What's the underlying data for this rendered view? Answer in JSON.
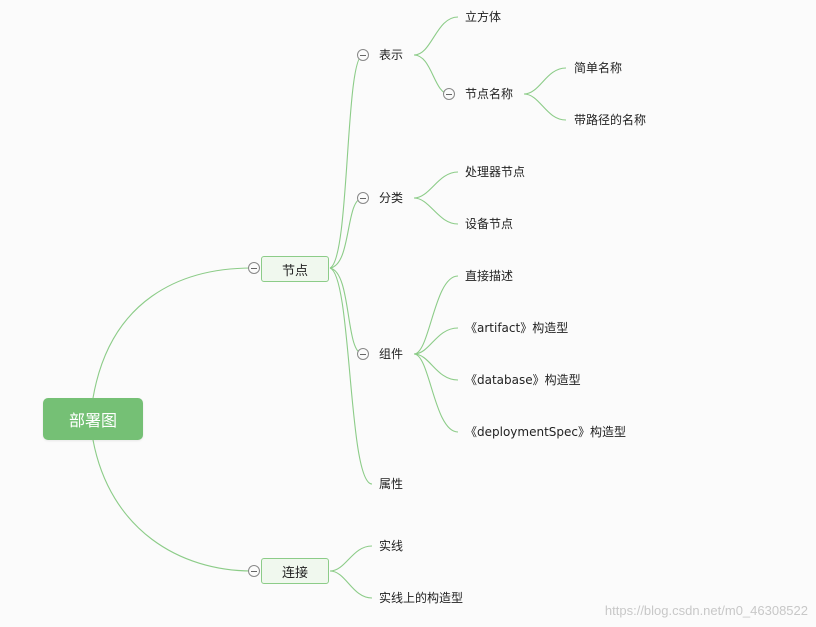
{
  "root": {
    "label": "部署图"
  },
  "branches": [
    {
      "label": "节点",
      "children": [
        {
          "label": "表示",
          "children": [
            "立方体",
            {
              "label": "节点名称",
              "children": [
                "简单名称",
                "带路径的名称"
              ]
            }
          ]
        },
        {
          "label": "分类",
          "children": [
            "处理器节点",
            "设备节点"
          ]
        },
        {
          "label": "组件",
          "children": [
            "直接描述",
            "《artifact》构造型",
            "《database》构造型",
            "《deploymentSpec》构造型"
          ]
        },
        {
          "label": "属性"
        }
      ]
    },
    {
      "label": "连接",
      "children": [
        "实线",
        "实线上的构造型"
      ]
    }
  ],
  "labels": {
    "root": "部署图",
    "node": "节点",
    "connect": "连接",
    "represent": "表示",
    "cube": "立方体",
    "node_name": "节点名称",
    "simple_name": "简单名称",
    "path_name": "带路径的名称",
    "classify": "分类",
    "processor": "处理器节点",
    "device": "设备节点",
    "component": "组件",
    "direct": "直接描述",
    "artifact": "《artifact》构造型",
    "database": "《database》构造型",
    "deployspec": "《deploymentSpec》构造型",
    "attribute": "属性",
    "solid_line": "实线",
    "solid_stereotype": "实线上的构造型"
  },
  "watermark": "https://blog.csdn.net/m0_46308522",
  "colors": {
    "root_fill": "#75c075",
    "line": "#8ccc88",
    "branch_fill": "#f0f8ee",
    "branch_border": "#8ccc88"
  }
}
